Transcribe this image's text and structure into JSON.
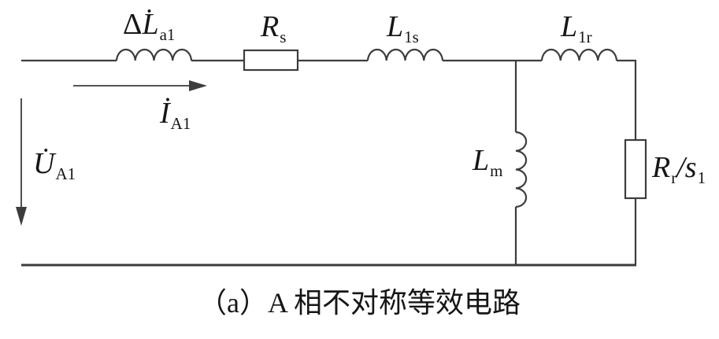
{
  "figure": {
    "caption": "（a）A 相不对称等效电路"
  },
  "components": {
    "delta_inductance": {
      "prefix": "Δ",
      "symbol": "L̇",
      "subscript": "a1"
    },
    "stator_resistance": {
      "symbol": "R",
      "subscript": "s"
    },
    "stator_leakage_inductance": {
      "symbol": "L",
      "subscript": "1s"
    },
    "rotor_leakage_inductance": {
      "symbol": "L",
      "subscript": "1r"
    },
    "magnetizing_inductance": {
      "symbol": "L",
      "subscript": "m"
    },
    "rotor_resistance_over_slip": {
      "numerator": "R",
      "numerator_sub": "r",
      "slash": "/",
      "denominator": "s",
      "denominator_sub": "1"
    },
    "current_arrow": {
      "symbol": "İ",
      "subscript": "A1"
    },
    "voltage_arrow": {
      "symbol": "U̇",
      "subscript": "A1"
    }
  },
  "colors": {
    "wire": "#3d3d3d",
    "text": "#161616",
    "background": "#ffffff"
  }
}
